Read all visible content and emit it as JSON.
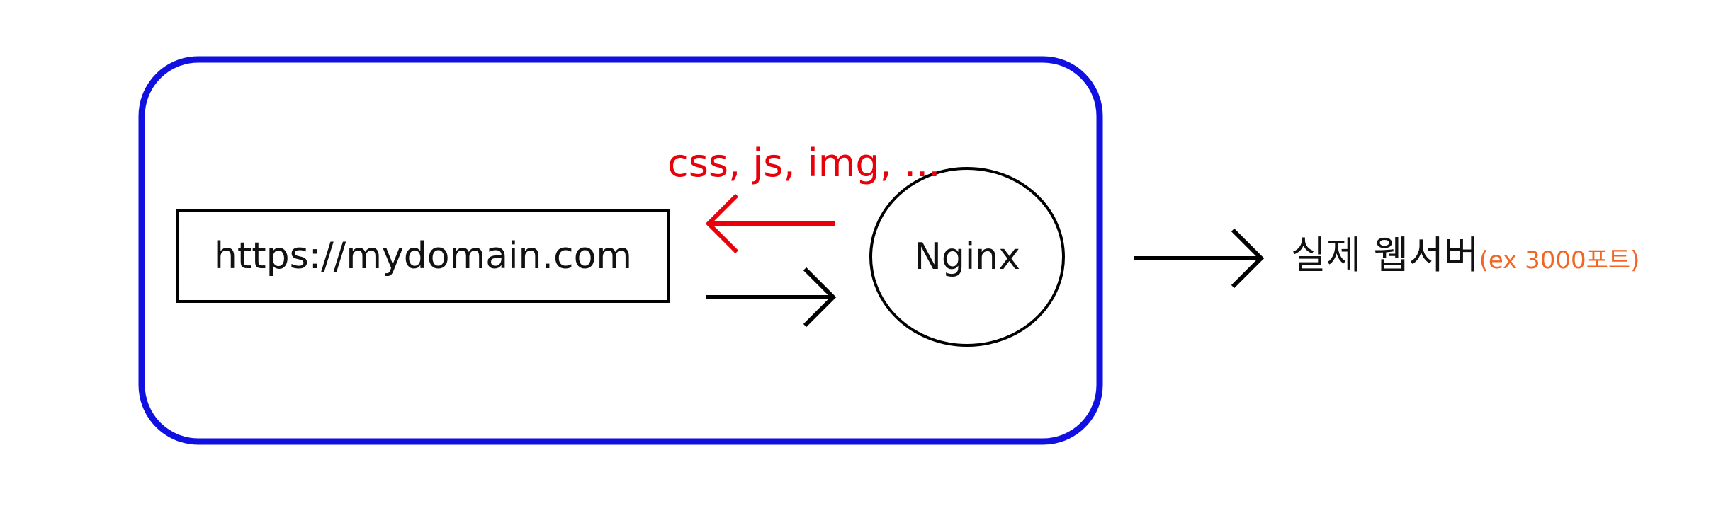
{
  "nodes": {
    "client": {
      "label": "https://mydomain.com"
    },
    "nginx": {
      "label": "Nginx"
    },
    "server": {
      "label": "실제 웹서버",
      "note": "(ex 3000포트)"
    }
  },
  "edges": {
    "static": {
      "label": "css, js, img, ..."
    }
  },
  "colors": {
    "container_border": "#1010e0",
    "static_arrow": "#e8000b",
    "server_note": "#f26522",
    "stroke": "#000000"
  }
}
